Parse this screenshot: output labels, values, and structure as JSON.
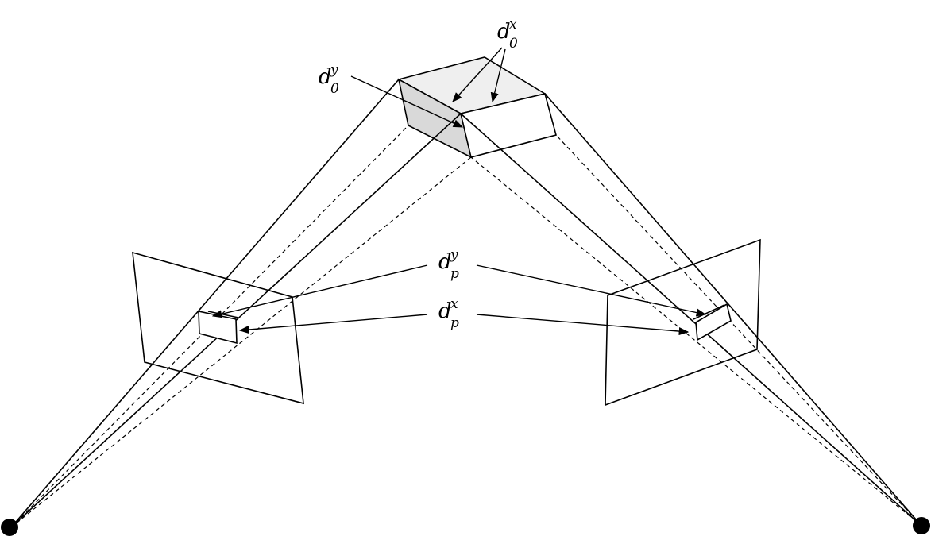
{
  "labels": {
    "d0x": {
      "main": "d",
      "sup": "x",
      "sub": "0"
    },
    "d0y": {
      "main": "d",
      "sup": "y",
      "sub": "0"
    },
    "dpy": {
      "main": "d",
      "sup": "y",
      "sub": "p"
    },
    "dpx": {
      "main": "d",
      "sup": "x",
      "sub": "p"
    }
  },
  "colors": {
    "stroke": "#000000",
    "box_top_face": "#efefef",
    "box_side_face": "#d9d9d9",
    "background": "#ffffff"
  }
}
